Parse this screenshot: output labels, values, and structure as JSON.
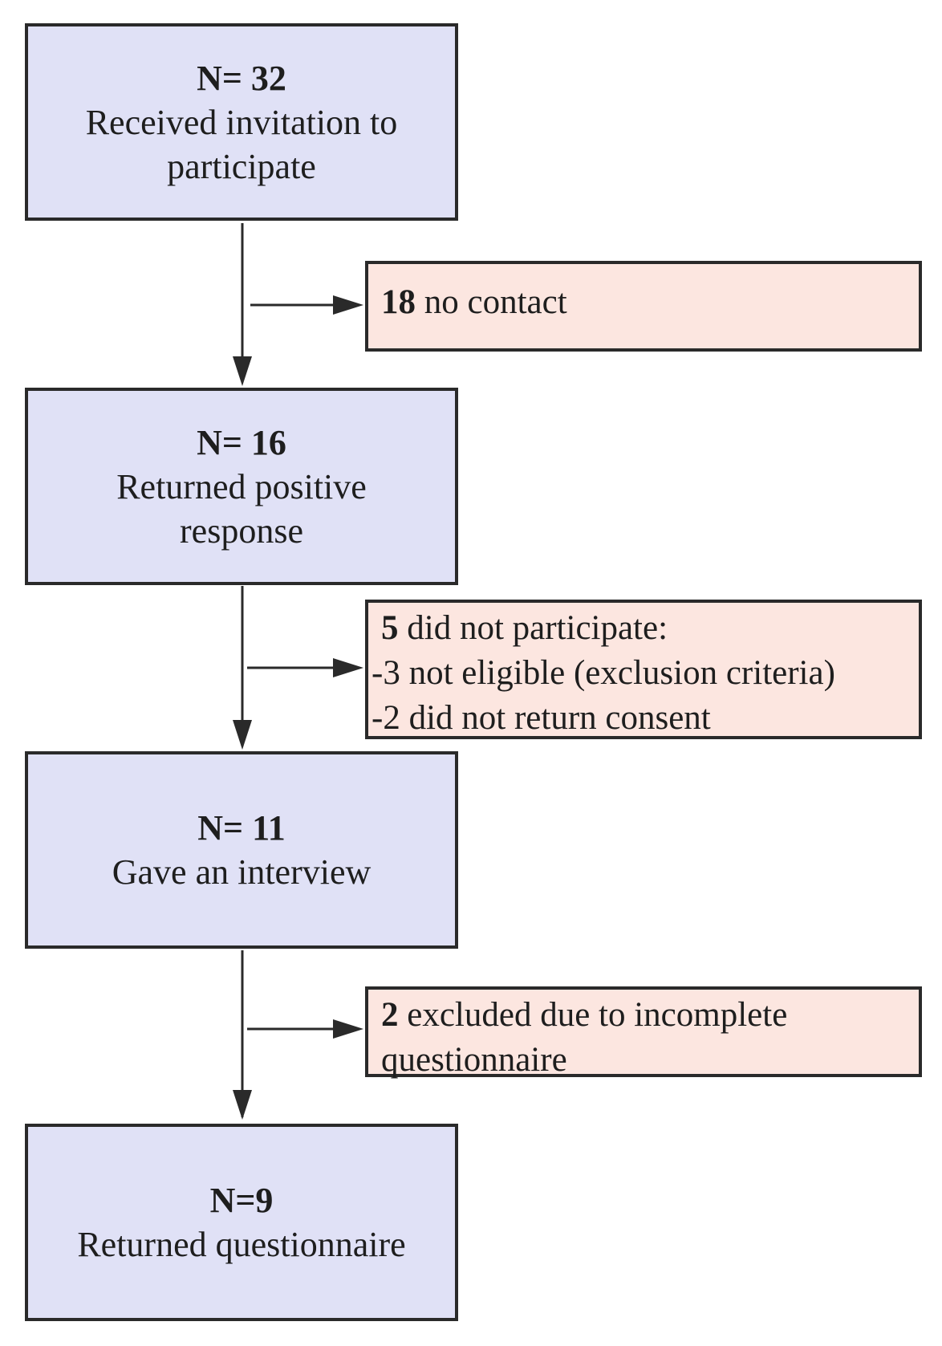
{
  "flow": {
    "stages": [
      {
        "count": "N= 32",
        "label": "Received invitation to participate"
      },
      {
        "count": "N= 16",
        "label": "Returned positive response"
      },
      {
        "count": "N= 11",
        "label": "Gave an interview"
      },
      {
        "count": "N=9",
        "label": "Returned questionnaire"
      }
    ],
    "exclusions": [
      {
        "count": "18",
        "text": " no contact"
      },
      {
        "count": "5",
        "text": " did not participate:",
        "details": [
          "-3 not eligible (exclusion criteria)",
          "-2 did not return consent"
        ]
      },
      {
        "count": "2",
        "text": " excluded due to incomplete",
        "continuation": "questionnaire"
      }
    ]
  },
  "colors": {
    "main_box_fill": "#e0e1f6",
    "side_box_fill": "#fce6e0",
    "border": "#2a2a2a"
  }
}
